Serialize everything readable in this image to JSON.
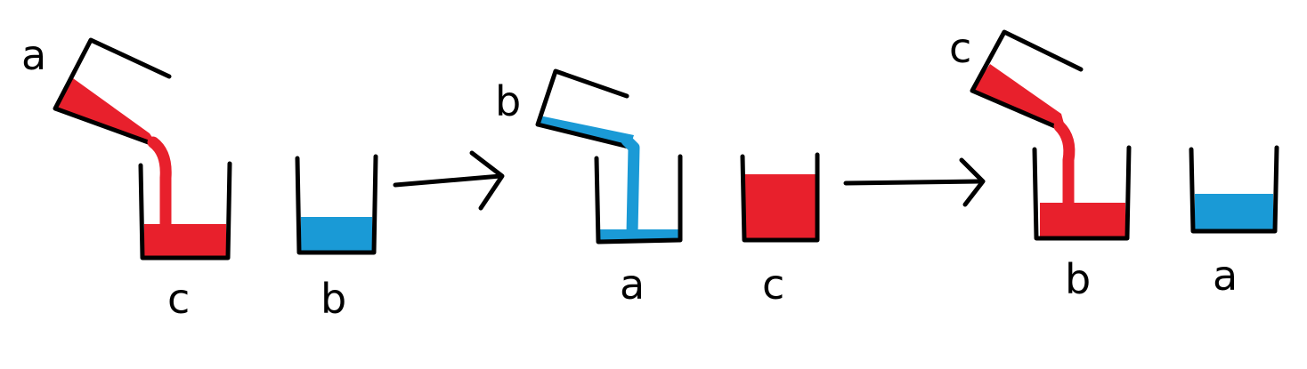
{
  "colors": {
    "red": "#e8202c",
    "blue": "#1a9ad6",
    "ink": "#000000"
  },
  "steps": [
    {
      "pour_from": "a",
      "pour_color": "red",
      "cups": [
        {
          "label": "c",
          "fill": "red",
          "level": 0.35
        },
        {
          "label": "b",
          "fill": "blue",
          "level": 0.38
        }
      ]
    },
    {
      "pour_from": "b",
      "pour_color": "blue",
      "cups": [
        {
          "label": "a",
          "fill": "blue",
          "level": 0.08
        },
        {
          "label": "c",
          "fill": "red",
          "level": 0.75
        }
      ]
    },
    {
      "pour_from": "c",
      "pour_color": "red",
      "cups": [
        {
          "label": "b",
          "fill": "red",
          "level": 0.38
        },
        {
          "label": "a",
          "fill": "blue",
          "level": 0.45
        }
      ]
    }
  ],
  "arrows": [
    "arrow-1",
    "arrow-2"
  ]
}
